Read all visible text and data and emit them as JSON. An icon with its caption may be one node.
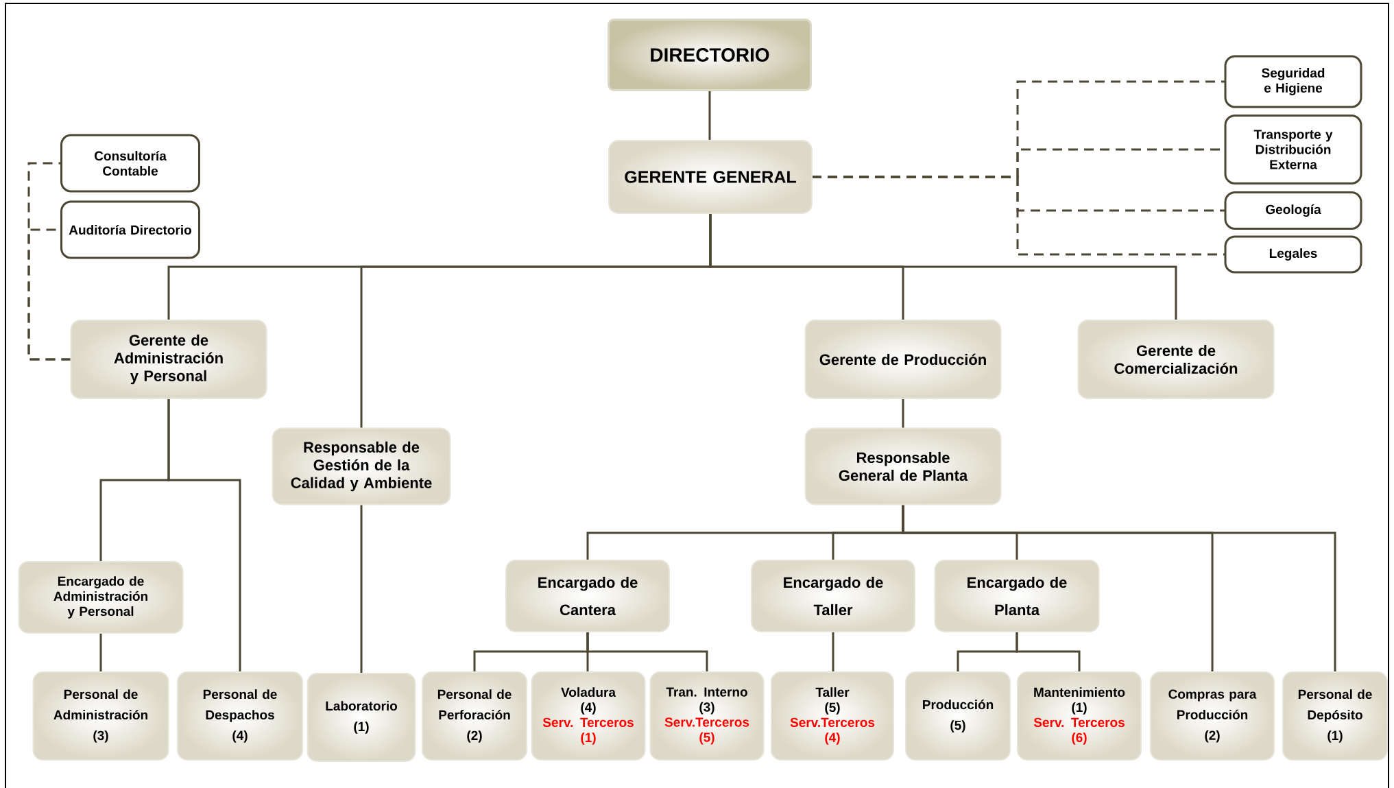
{
  "diagram": {
    "nodes": [
      {
        "text": [
          "DIRECTORIO"
        ]
      },
      {
        "text": [
          "GERENTE GENERAL"
        ]
      },
      {
        "text": [
          "Seguridad e Higiene"
        ]
      },
      {
        "text": [
          "Transporte y Distribución Externa"
        ]
      },
      {
        "text": [
          "Geología"
        ]
      },
      {
        "text": [
          "Legales"
        ]
      },
      {
        "text": [
          "Consultoría Contable"
        ]
      },
      {
        "text": [
          "Auditoría Directorio"
        ]
      },
      {
        "text": [
          "Gerente de Administración y Personal"
        ]
      },
      {
        "text": [
          "Responsable de Gestión de la Calidad y Ambiente"
        ]
      },
      {
        "text": [
          "Gerente de Producción"
        ]
      },
      {
        "text": [
          "Gerente de Comercialización"
        ]
      },
      {
        "text": [
          "Responsable General de Planta"
        ]
      },
      {
        "text": [
          "Encargado de Administración y Personal"
        ]
      },
      {
        "text": [
          "Encargado de",
          "Cantera"
        ]
      },
      {
        "text": [
          "Encargado de",
          "Taller"
        ]
      },
      {
        "text": [
          "Encargado de",
          "Planta"
        ]
      },
      {
        "text": [
          "Personal de",
          "Administración",
          "(3)"
        ]
      },
      {
        "text": [
          "Personal de",
          "Despachos",
          "(4)"
        ]
      },
      {
        "text": [
          "Laboratorio",
          "(1)"
        ]
      },
      {
        "text": [
          "Personal de",
          "Perforación",
          "(2)"
        ]
      },
      {
        "text": [
          "Voladura",
          "(4)",
          "Serv. Terceros",
          "(1)"
        ]
      },
      {
        "text": [
          "Tran. Interno",
          "(3)",
          "Serv.Terceros",
          "(5)"
        ]
      },
      {
        "text": [
          "Taller",
          "(5)",
          "Serv.Terceros",
          "(4)"
        ]
      },
      {
        "text": [
          "Producción",
          "(5)"
        ]
      },
      {
        "text": [
          "Mantenimiento",
          "(1)",
          "Serv. Terceros",
          "(6)"
        ]
      },
      {
        "text": [
          "Compras para",
          "Producción",
          "(2)"
        ]
      },
      {
        "text": [
          "Personal de",
          "Depósito",
          "(1)"
        ]
      }
    ],
    "edges": [
      {
        "from": 0,
        "to": 1,
        "arrow": "none"
      },
      {
        "from": 1,
        "to": 2,
        "arrow": "none",
        "style": "dashed"
      },
      {
        "from": 1,
        "to": 3,
        "arrow": "none",
        "style": "dashed"
      },
      {
        "from": 1,
        "to": 4,
        "arrow": "none",
        "style": "dashed"
      },
      {
        "from": 1,
        "to": 5,
        "arrow": "none",
        "style": "dashed"
      },
      {
        "from": 8,
        "to": 6,
        "arrow": "none",
        "style": "dashed"
      },
      {
        "from": 8,
        "to": 7,
        "arrow": "none",
        "style": "dashed"
      },
      {
        "from": 1,
        "to": 8,
        "arrow": "none"
      },
      {
        "from": 1,
        "to": 9,
        "arrow": "none"
      },
      {
        "from": 1,
        "to": 10,
        "arrow": "none"
      },
      {
        "from": 1,
        "to": 11,
        "arrow": "none"
      },
      {
        "from": 10,
        "to": 12,
        "arrow": "none"
      },
      {
        "from": 8,
        "to": 13,
        "arrow": "none"
      },
      {
        "from": 8,
        "to": 18,
        "arrow": "none"
      },
      {
        "from": 13,
        "to": 17,
        "arrow": "none"
      },
      {
        "from": 9,
        "to": 19,
        "arrow": "none"
      },
      {
        "from": 12,
        "to": 14,
        "arrow": "none"
      },
      {
        "from": 12,
        "to": 15,
        "arrow": "none"
      },
      {
        "from": 12,
        "to": 16,
        "arrow": "none"
      },
      {
        "from": 12,
        "to": 26,
        "arrow": "none"
      },
      {
        "from": 12,
        "to": 27,
        "arrow": "none"
      },
      {
        "from": 14,
        "to": 20,
        "arrow": "none"
      },
      {
        "from": 14,
        "to": 21,
        "arrow": "none"
      },
      {
        "from": 14,
        "to": 22,
        "arrow": "none"
      },
      {
        "from": 15,
        "to": 23,
        "arrow": "none"
      },
      {
        "from": 16,
        "to": 24,
        "arrow": "none"
      },
      {
        "from": 16,
        "to": 25,
        "arrow": "none"
      }
    ]
  }
}
